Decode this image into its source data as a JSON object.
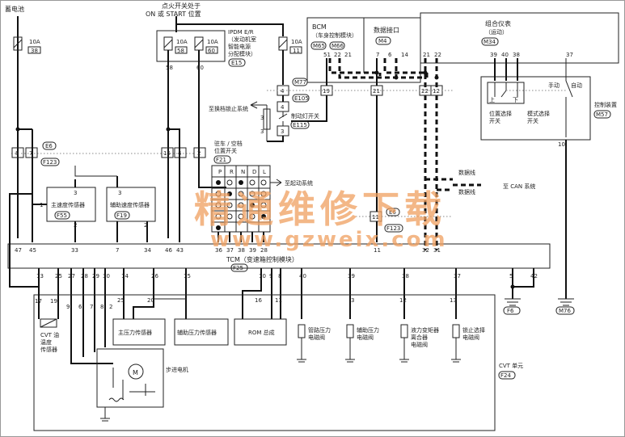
{
  "battery": "蓄电池",
  "ignition": {
    "line1": "点火开关处于",
    "line2": "ON 或 START 位置"
  },
  "fuses": {
    "f1": "10A",
    "f1_id": "38",
    "f2": "10A",
    "f2_id": "58",
    "f3": "10A",
    "f3_id": "60",
    "f4": "10A",
    "f4_id": "11"
  },
  "ipdm": {
    "line1": "IPDM E/R",
    "line2": "（发动机室",
    "line3": "智能电源",
    "line4": "分配模块）",
    "id": "E15"
  },
  "bcm": {
    "line1": "BCM",
    "line2": "（车身控制模块）",
    "c1": "M65",
    "c2": "M66"
  },
  "data_link": {
    "label": "数据接口",
    "id": "M4"
  },
  "combo_meter": {
    "line1": "组合仪表",
    "line2": "（运动）",
    "id": "M34"
  },
  "shift_lock": {
    "label": "至换档锁止系统"
  },
  "brake_switch": {
    "label": "制动灯开关",
    "id": "E115"
  },
  "park_switch": {
    "line1": "驻车 / 空档",
    "line2": "位置开关",
    "id": "F21"
  },
  "positions": [
    "P",
    "R",
    "N",
    "D",
    "L"
  ],
  "to_start": "至起动系统",
  "can": {
    "h": "数据线",
    "l": "数据线",
    "to": "至 CAN 系统"
  },
  "control_device": {
    "label": "控制装置",
    "id": "M57",
    "manual": "手动",
    "auto": "自动",
    "up": "上",
    "down": "下",
    "pos_sel1": "位置选择",
    "pos_sel2": "开关",
    "mode_sel1": "模式选择",
    "mode_sel2": "开关"
  },
  "main_speed": {
    "label": "主速度传感器",
    "id": "F55"
  },
  "sec_speed": {
    "label": "辅助速度传感器",
    "id": "F19"
  },
  "tcm": {
    "label": "TCM（变速箱控制模块）",
    "id": "F25"
  },
  "cvt_temp": {
    "line1": "CVT 油",
    "line2": "温度",
    "line3": "传感器"
  },
  "primary_pressure": "主压力传感器",
  "secondary_pressure": "辅助压力传感器",
  "rom": "ROM 总成",
  "line_pressure": {
    "line1": "管路压力",
    "line2": "电磁阀"
  },
  "sec_pressure_valve": {
    "line1": "辅助压力",
    "line2": "电磁阀"
  },
  "torque_converter": {
    "line1": "液力变矩器",
    "line2": "离合器",
    "line3": "电磁阀"
  },
  "lock_select": {
    "line1": "锁止选择",
    "line2": "电磁阀"
  },
  "stepper": "步进电机",
  "motor_symbol": "M",
  "cvt_unit": {
    "line1": "CVT 单元",
    "id": "F24"
  },
  "grounds": {
    "g1": "F6",
    "g2": "M76"
  },
  "connectors": {
    "e6": "E6",
    "f123": "F123",
    "m77": "M77",
    "e105": "E105"
  },
  "pins": {
    "fl_a": "8",
    "fl_b": "7",
    "ipdm_a": "15",
    "ipdm_b": "4",
    "ipdm_c": "2",
    "bcm_a": "19",
    "dl_a": "21",
    "m77_a": "4",
    "m77_b": "3",
    "e105_a": "4",
    "e105_b": "3",
    "can_a": "22",
    "can_b": "12",
    "meter_a": "21",
    "meter_b": "22",
    "meter_c": "39",
    "meter_d": "40",
    "meter_e": "38",
    "meter_f": "37",
    "bcm_b": "51",
    "bcm_c": "22",
    "bcm_d": "21",
    "dl_b": "7",
    "dl_c": "6",
    "dl_d": "14",
    "ipdm_d": "58",
    "ipdm_e": "60",
    "cd_a": "10",
    "t47": "47",
    "t45": "45",
    "t33": "33",
    "t7": "7",
    "t34": "34",
    "t46": "46",
    "t43": "43",
    "t36": "36",
    "t37": "37",
    "t38": "38",
    "t39": "39",
    "t28": "28",
    "t11": "11",
    "t32": "32",
    "t31": "31",
    "b13": "13",
    "b25": "25",
    "b27": "27",
    "b28": "28",
    "b29": "29",
    "b30": "30",
    "b14": "14",
    "b26": "26",
    "b15": "15",
    "b10": "10",
    "b9": "9",
    "b8": "8",
    "b40": "40",
    "b39": "39",
    "b38": "38",
    "b37": "37",
    "b5": "5",
    "b42": "42",
    "c17": "17",
    "c19": "19",
    "c9": "9",
    "c6": "6",
    "c7": "7",
    "c8": "8",
    "c2": "2",
    "c25": "25",
    "c20": "20",
    "c16": "16",
    "c11": "11",
    "c3": "3",
    "c12": "12",
    "c13": "13",
    "ms3": "3",
    "ms2": "2",
    "ss3": "3",
    "ss2": "2",
    "ms1": "1",
    "e6_11": "11",
    "e6_1": "1"
  },
  "watermark": {
    "cn": "精通维修下载",
    "url": "www.gzweix.com"
  }
}
